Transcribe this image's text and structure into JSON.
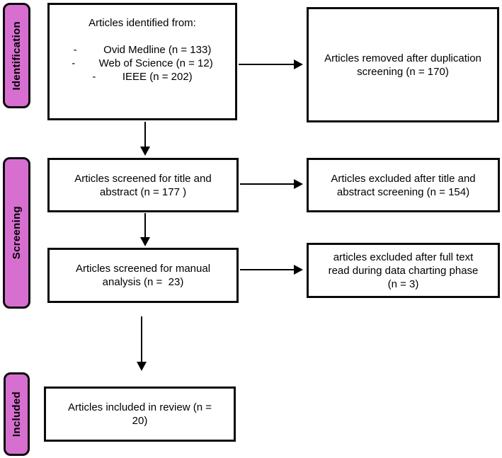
{
  "stages": [
    {
      "label": "Identification"
    },
    {
      "label": "Screening"
    },
    {
      "label": "Included"
    }
  ],
  "boxes": {
    "identified": {
      "title": "Articles identified from:",
      "items": [
        "-         Ovid Medline (n = 133)",
        "-        Web of Science (n = 12)",
        "-         IEEE (n = 202)"
      ]
    },
    "removed": {
      "text": "Articles removed after duplication screening (n = 170)"
    },
    "screened_title_abstract": {
      "text": "Articles screened for title and abstract (n = 177 )"
    },
    "excluded_title_abstract": {
      "text": "Articles excluded after title and abstract screening (n = 154)"
    },
    "screened_manual": {
      "text": "Articles screened for manual analysis (n =  23)"
    },
    "excluded_full_text": {
      "text": "articles excluded after full text read during data charting phase (n = 3)"
    },
    "included_review": {
      "text": "Articles included in review (n = 20)"
    }
  },
  "colors": {
    "stage_fill": "#D76FD0",
    "stage_border": "#0a0a0a",
    "box_fill": "#ffffff",
    "box_border": "#0a0a0a",
    "arrow": "#000000"
  }
}
